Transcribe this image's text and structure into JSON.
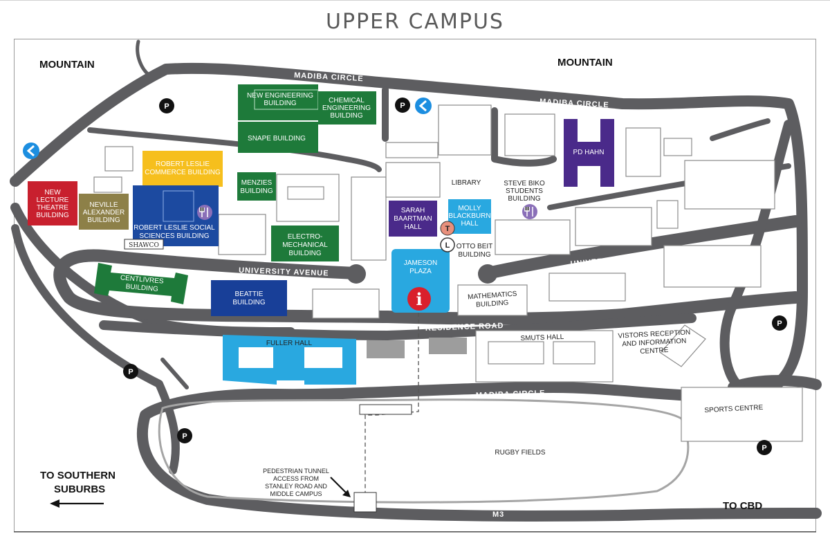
{
  "title": "UPPER CAMPUS",
  "regions": {
    "mountain_left": "MOUNTAIN",
    "mountain_right": "MOUNTAIN",
    "to_southern_1": "TO SOUTHERN",
    "to_southern_2": "SUBURBS",
    "to_cbd": "TO CBD"
  },
  "roads": {
    "madiba_top": "MADIBA CIRCLE",
    "madiba_top_right": "MADIBA CIRCLE",
    "madiba_bottom": "MADIBA CIRCLE",
    "university_left": "UNIVERSITY AVENUE",
    "university_right": "UNIVERSITY AVENUE",
    "residence": "RESIDENCE ROAD",
    "m3": "M3"
  },
  "buildings": {
    "new_engineering": [
      "NEW ENGINEERING",
      "BUILDING"
    ],
    "chemical_engineering": [
      "CHEMICAL",
      "ENGINEERING",
      "BUILDING"
    ],
    "snape": [
      "SNAPE BUILDING"
    ],
    "robert_leslie_commerce": [
      "ROBERT LESLIE",
      "COMMERCE BUILDING"
    ],
    "menzies": [
      "MENZIES",
      "BUILDING"
    ],
    "new_lecture_theatre": [
      "NEW",
      "LECTURE",
      "THEATRE",
      "BUILDING"
    ],
    "neville_alexander": [
      "NEVILLE",
      "ALEXANDER",
      "BUILDING"
    ],
    "robert_leslie_social": [
      "ROBERT LESLIE SOCIAL",
      "SCIENCES BUILDING"
    ],
    "shawco": "SHAWCO",
    "electro_mechanical": [
      "ELECTRO-",
      "MECHANICAL",
      "BUILDING"
    ],
    "sarah_baartman": [
      "SARAH",
      "BAARTMAN",
      "HALL"
    ],
    "library": "LIBRARY",
    "molly_blackburn": [
      "MOLLY",
      "BLACKBURN",
      "HALL"
    ],
    "otto_beit": [
      "OTTO BEIT",
      "BUILDING"
    ],
    "steve_biko": [
      "STEVE BIKO",
      "STUDENTS",
      "BUILDING"
    ],
    "pd_hahn": "PD HAHN",
    "jameson_plaza": [
      "JAMESON",
      "PLAZA"
    ],
    "centlivres": [
      "CENTLIVRES",
      "BUILDING"
    ],
    "beattie": [
      "BEATTIE",
      "BUILDING"
    ],
    "mathematics": [
      "MATHEMATICS",
      "BUILDING"
    ],
    "fuller_hall": "FULLER HALL",
    "smuts_hall": "SMUTS HALL",
    "visitors": [
      "VISTORS RECEPTION",
      "AND INFORMATION",
      "CENTRE"
    ],
    "sports_centre": "SPORTS CENTRE",
    "rugby_fields": "RUGBY FIELDS",
    "pedestrian_tunnel": [
      "PEDESTRIAN TUNNEL",
      "ACCESS FROM",
      "STANLEY ROAD AND",
      "MIDDLE CAMPUS"
    ]
  },
  "markers": {
    "parking": "P",
    "info": "i",
    "t_marker": "T",
    "l_marker": "L"
  },
  "colors": {
    "road": "#5d5d60",
    "engineering_green": "#1e7a3a",
    "commerce_yellow": "#f6bf1d",
    "theatre_red": "#c8202e",
    "neville_olive": "#8d8048",
    "social_blue": "#1c4aa0",
    "purple": "#4a2a8a",
    "light_blue": "#29a8e0",
    "beattie_blue": "#183f98",
    "grey_block": "#9d9d9d"
  }
}
